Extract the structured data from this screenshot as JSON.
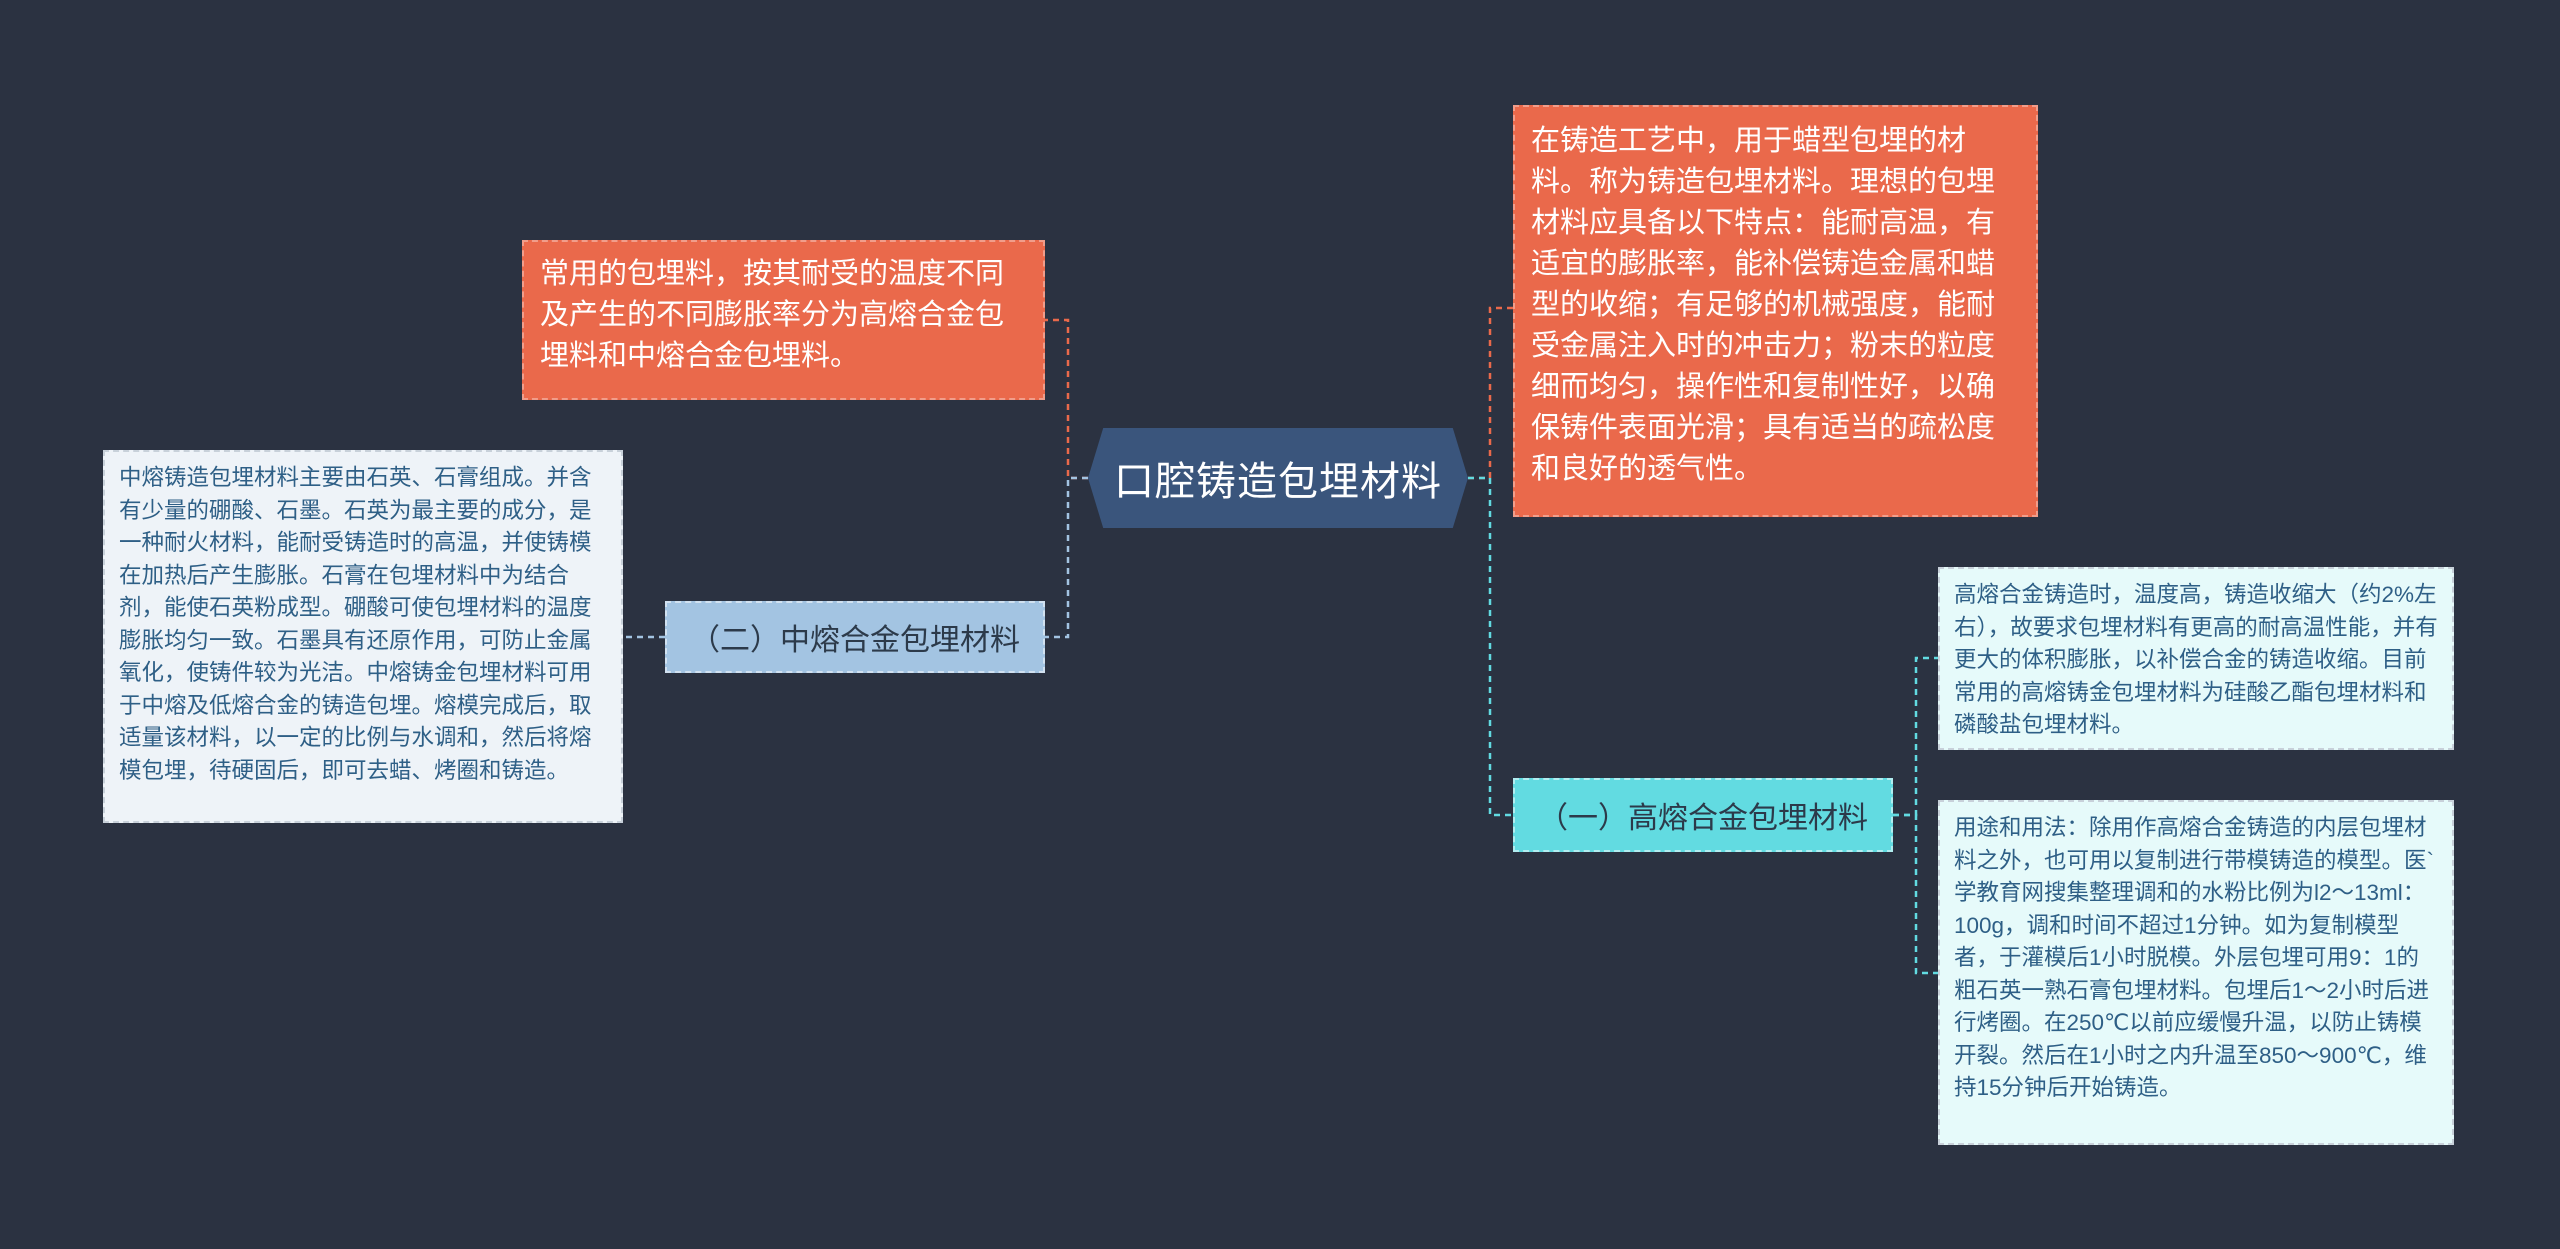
{
  "root": {
    "label": "口腔铸造包埋材料"
  },
  "nodes": {
    "intro": "常用的包埋料，按其耐受的温度不同及产生的不同膨胀率分为高熔合金包埋料和中熔合金包埋料。",
    "definition": "在铸造工艺中，用于蜡型包埋的材料。称为铸造包埋材料。理想的包埋材料应具备以下特点：能耐高温，有适宜的膨胀率，能补偿铸造金属和蜡型的收缩；有足够的机械强度，能耐受金属注入时的冲击力；粉末的粒度细而均匀，操作性和复制性好，以确保铸件表面光滑；具有适当的疏松度和良好的透气性。",
    "medium": {
      "label": "（二）中熔合金包埋材料",
      "detail": "中熔铸造包埋材料主要由石英、石膏组成。并含有少量的硼酸、石墨。石英为最主要的成分，是一种耐火材料，能耐受铸造时的高温，并使铸模在加热后产生膨胀。石膏在包埋材料中为结合剂，能使石英粉成型。硼酸可使包埋材料的温度膨胀均匀一致。石墨具有还原作用，可防止金属氧化，使铸件较为光洁。中熔铸金包埋材料可用于中熔及低熔合金的铸造包埋。熔模完成后，取适量该材料，以一定的比例与水调和，然后将熔模包埋，待硬固后，即可去蜡、烤圈和铸造。"
    },
    "high": {
      "label": "（一）高熔合金包埋材料",
      "detail1": "高熔合金铸造时，温度高，铸造收缩大（约2%左右），故要求包埋材料有更高的耐高温性能，并有更大的体积膨胀，以补偿合金的铸造收缩。目前常用的高熔铸金包埋材料为硅酸乙酯包埋材料和磷酸盐包埋材料。",
      "detail2": "用途和用法：除用作高熔合金铸造的内层包埋材料之外，也可用以复制进行带模铸造的模型。医`学教育网搜集整理调和的水粉比例为l2～13ml：100g，调和时间不超过1分钟。如为复制模型者，于灌模后1小时脱模。外层包埋可用9：1的粗石英一熟石膏包埋材料。包埋后1～2小时后进行烤圈。在250℃以前应缓慢升温，以防止铸模开裂。然后在1小时之内升温至850～900℃，维持15分钟后开始铸造。"
    }
  },
  "colors": {
    "background": "#2b3241",
    "root": "#3a557c",
    "orange": "#ea694b",
    "blue_pill": "#a3c4e2",
    "cyan_pill": "#62dbe1",
    "leaf_light": "#eef3f8",
    "leaf_mint": "#e6fafa",
    "link_orange": "#ea694b",
    "link_blue": "#a3c4e2",
    "link_cyan": "#62dbe1"
  }
}
